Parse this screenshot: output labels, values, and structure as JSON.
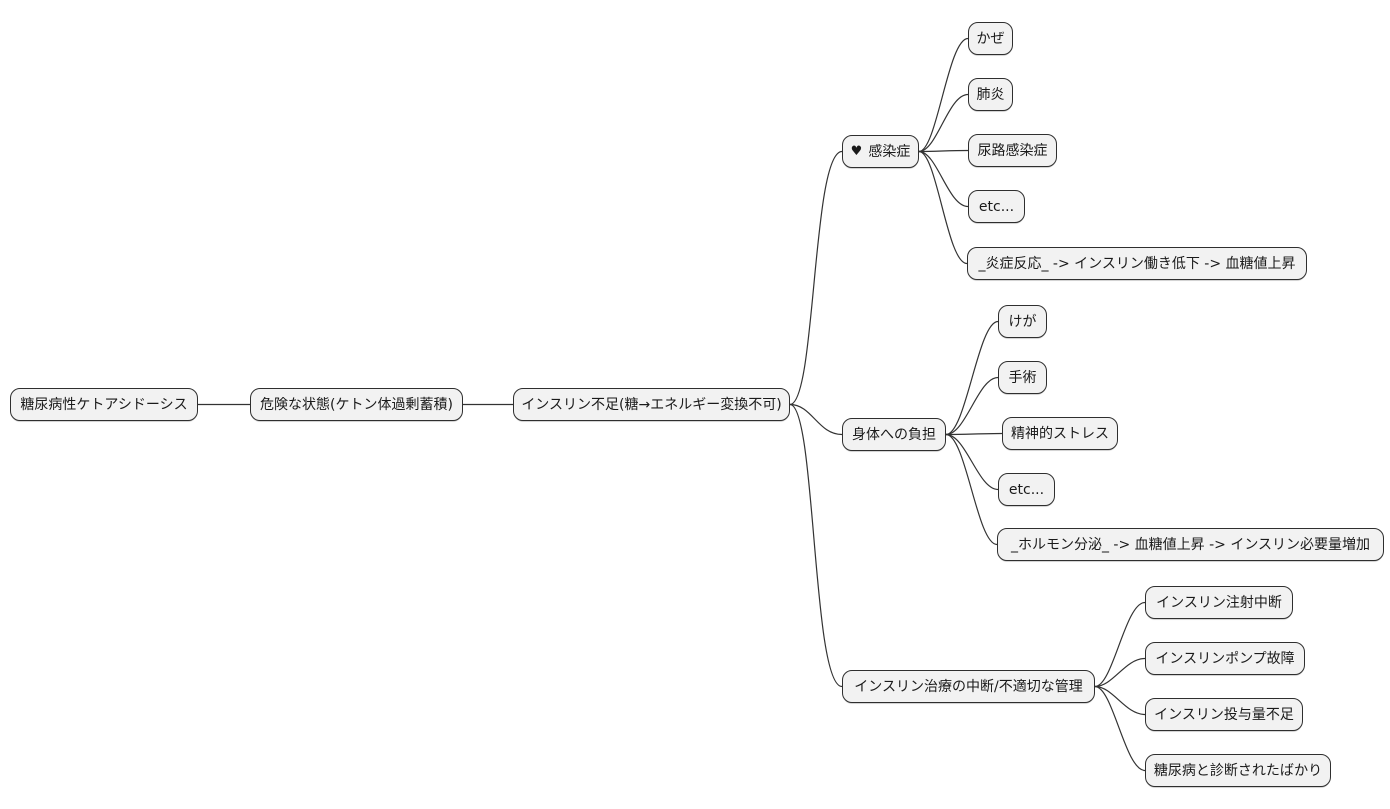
{
  "mindmap": {
    "colors": {
      "background": "#ffffff",
      "node_fill": "#f2f2f2",
      "node_border": "#333333",
      "edge": "#333333",
      "text": "#1a1a1a"
    },
    "root": {
      "label": "糖尿病性ケトアシドーシス"
    },
    "chain": [
      {
        "label": "危険な状態(ケトン体過剰蓄積)"
      },
      {
        "label": "インスリン不足(糖→エネルギー変換不可)"
      }
    ],
    "branches": [
      {
        "icon": "heart-icon",
        "icon_glyph": "♥",
        "label": "感染症",
        "children": [
          {
            "label": "かぜ"
          },
          {
            "label": "肺炎"
          },
          {
            "label": "尿路感染症"
          },
          {
            "label": "etc..."
          },
          {
            "label": "_炎症反応_ -> インスリン働き低下 -> 血糖値上昇"
          }
        ]
      },
      {
        "label": "身体への負担",
        "children": [
          {
            "label": "けが"
          },
          {
            "label": "手術"
          },
          {
            "label": "精神的ストレス"
          },
          {
            "label": "etc..."
          },
          {
            "label": "_ホルモン分泌_ -> 血糖値上昇 -> インスリン必要量増加"
          }
        ]
      },
      {
        "label": "インスリン治療の中断/不適切な管理",
        "children": [
          {
            "label": "インスリン注射中断"
          },
          {
            "label": "インスリンポンプ故障"
          },
          {
            "label": "インスリン投与量不足"
          },
          {
            "label": "糖尿病と診断されたばかり"
          }
        ]
      }
    ]
  }
}
